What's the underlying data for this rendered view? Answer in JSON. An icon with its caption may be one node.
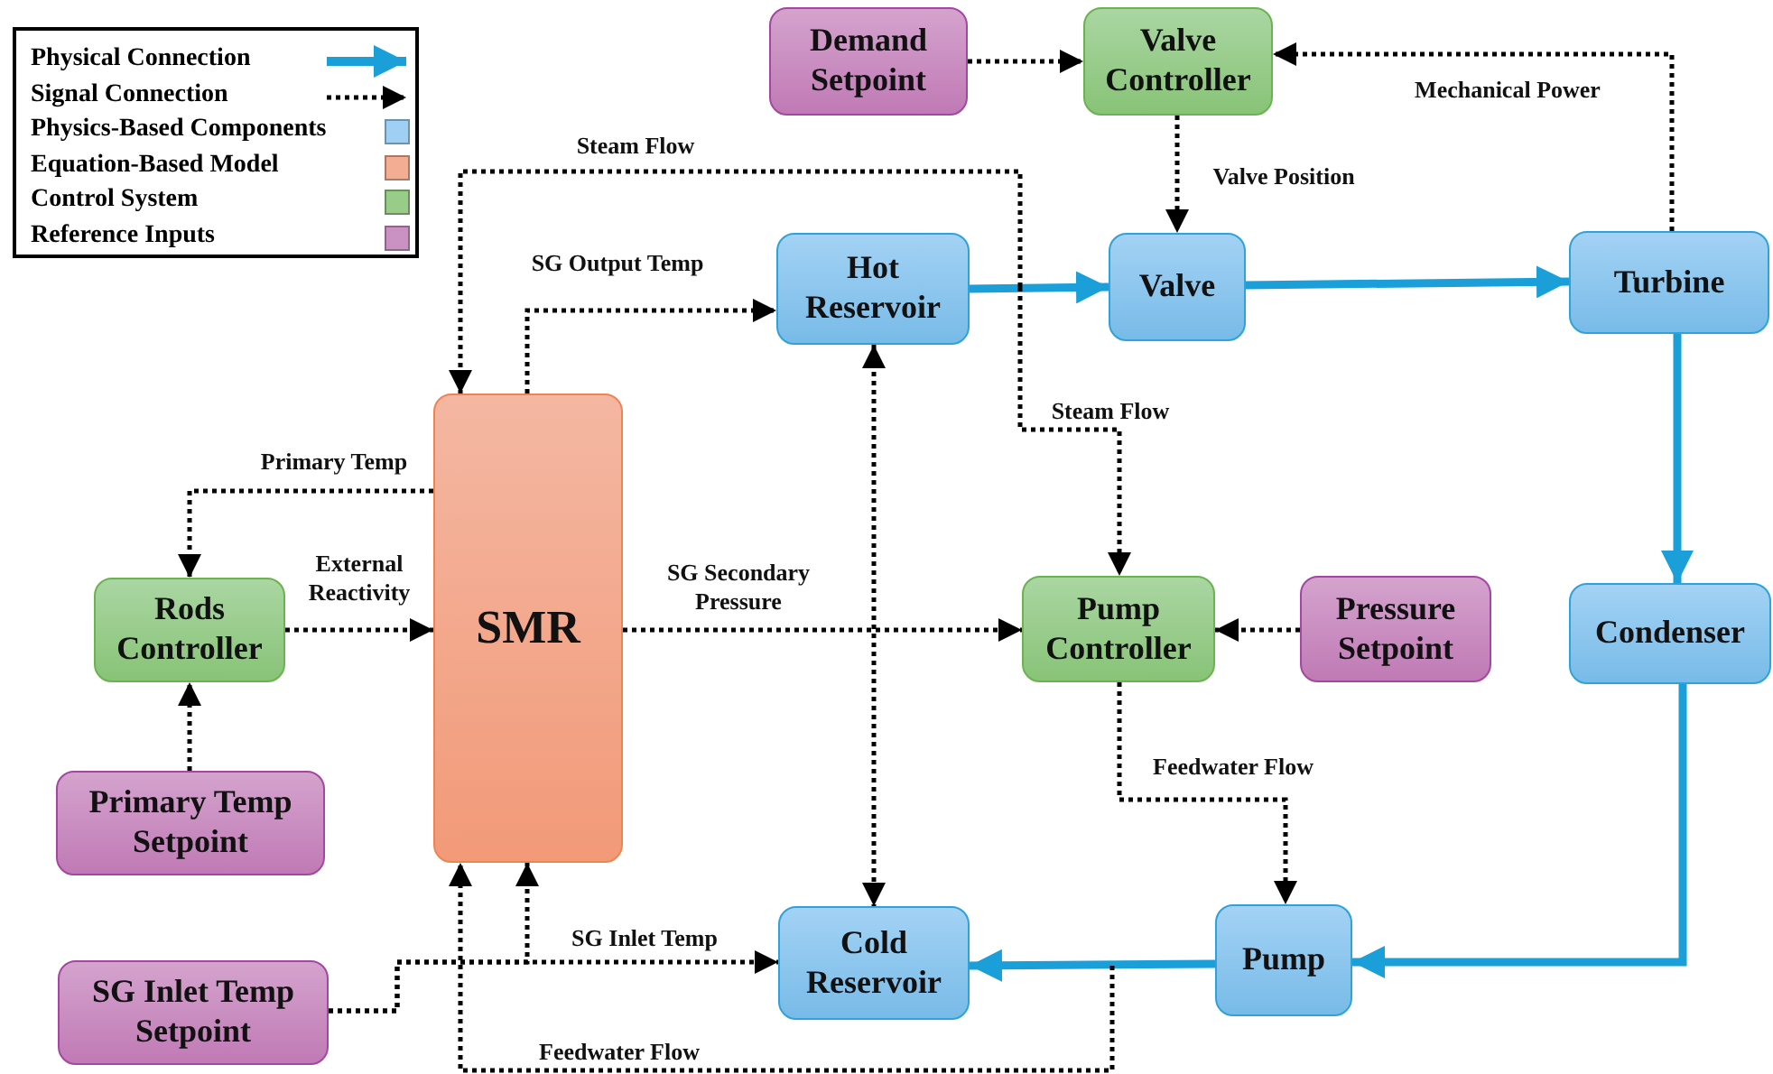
{
  "diagram": {
    "nodes": [
      {
        "text": [
          "Demand Setpoint"
        ]
      },
      {
        "text": [
          "Valve Controller"
        ]
      },
      {
        "text": [
          "Hot Reservoir"
        ]
      },
      {
        "text": [
          "Valve"
        ]
      },
      {
        "text": [
          "Turbine"
        ]
      },
      {
        "text": [
          "SMR"
        ]
      },
      {
        "text": [
          "Rods Controller"
        ]
      },
      {
        "text": [
          "Pump Controller"
        ]
      },
      {
        "text": [
          "Pressure Setpoint"
        ]
      },
      {
        "text": [
          "Condenser"
        ]
      },
      {
        "text": [
          "Primary Temp Setpoint"
        ]
      },
      {
        "text": [
          "SG Inlet Temp Setpoint"
        ]
      },
      {
        "text": [
          "Cold Reservoir"
        ]
      },
      {
        "text": [
          "Pump"
        ]
      }
    ],
    "edges": [
      {
        "from": 0,
        "to": 1,
        "arrow": "to",
        "style": "dashed"
      },
      {
        "from": 4,
        "to": 1,
        "arrow": "to",
        "label": "Mechanical Power",
        "style": "dashed"
      },
      {
        "from": 1,
        "to": 3,
        "arrow": "to",
        "label": "Valve Position",
        "style": "dashed"
      },
      {
        "from": 2,
        "to": 3,
        "arrow": "to",
        "style": "thick",
        "color": "#1a9fd9"
      },
      {
        "from": 3,
        "to": 4,
        "arrow": "to",
        "style": "thick",
        "color": "#1a9fd9"
      },
      {
        "from": 4,
        "to": 9,
        "arrow": "to",
        "style": "thick",
        "color": "#1a9fd9"
      },
      {
        "from": 9,
        "to": 13,
        "arrow": "to",
        "style": "thick",
        "color": "#1a9fd9"
      },
      {
        "from": 13,
        "to": 12,
        "arrow": "to",
        "style": "thick",
        "color": "#1a9fd9"
      },
      {
        "from": null,
        "to": 5,
        "arrow": "to",
        "label": "Steam Flow",
        "style": "dashed"
      },
      {
        "from": null,
        "to": 7,
        "arrow": "to",
        "label": "Steam Flow",
        "style": "dashed"
      },
      {
        "from": 5,
        "to": 2,
        "arrow": "to",
        "label": "SG Output Temp",
        "style": "dashed"
      },
      {
        "from": 5,
        "to": 6,
        "arrow": "to",
        "label": "Primary Temp",
        "style": "dashed"
      },
      {
        "from": 6,
        "to": 5,
        "arrow": "to",
        "label": "External Reactivity",
        "style": "dashed"
      },
      {
        "from": 10,
        "to": 6,
        "arrow": "to",
        "style": "dashed"
      },
      {
        "from": 5,
        "to": 7,
        "arrow": "to",
        "label": "SG Secondary Pressure",
        "style": "dashed"
      },
      {
        "from": 8,
        "to": 7,
        "arrow": "to",
        "style": "dashed"
      },
      {
        "from": 2,
        "to": 12,
        "arrow": "both",
        "style": "dashed"
      },
      {
        "from": 7,
        "to": 13,
        "arrow": "to",
        "label": "Feedwater Flow",
        "style": "dashed"
      },
      {
        "from": 11,
        "to": 12,
        "arrow": "to",
        "label": "SG Inlet Temp",
        "style": "dashed"
      },
      {
        "from": 11,
        "to": 5,
        "arrow": "to",
        "style": "dashed"
      },
      {
        "from": null,
        "to": 5,
        "arrow": "to",
        "label": "Feedwater Flow",
        "style": "dashed"
      }
    ],
    "legend": [
      {
        "text": "Physical Connection"
      },
      {
        "text": "Signal Connection"
      },
      {
        "text": "Physics-Based Components",
        "color": "#9fcff2"
      },
      {
        "text": "Equation-Based Model",
        "color": "#f3ad92"
      },
      {
        "text": "Control System",
        "color": "#98cc88"
      },
      {
        "text": "Reference Inputs",
        "color": "#c992c2"
      }
    ]
  }
}
